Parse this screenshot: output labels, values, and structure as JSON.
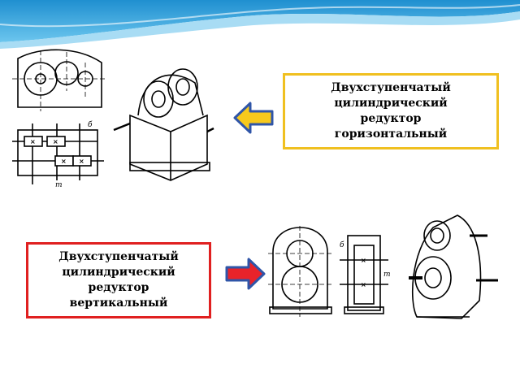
{
  "labels": {
    "horizontal": {
      "lines": [
        "Двухступенчатый",
        "цилиндрический",
        "редуктор",
        "горизонтальный"
      ],
      "border_color": "#f0c020"
    },
    "vertical": {
      "lines": [
        "Двухступенчатый",
        "цилиндрический",
        "редуктор",
        "вертикальный"
      ],
      "border_color": "#e02020"
    }
  },
  "arrows": {
    "left": {
      "direction": "left",
      "fill": "#f7c91c",
      "outline": "#2f55a8"
    },
    "right": {
      "direction": "right",
      "fill": "#e8232a",
      "outline": "#2f55a8"
    }
  },
  "diagram_annotations": {
    "shaft_labels_top": [
      "б",
      "т"
    ],
    "shaft_labels_bottom": [
      "б",
      "т"
    ]
  },
  "colors": {
    "header_wave_1": "#2a9ad8",
    "header_wave_2": "#a8dcf4",
    "drawing_stroke": "#000000"
  }
}
